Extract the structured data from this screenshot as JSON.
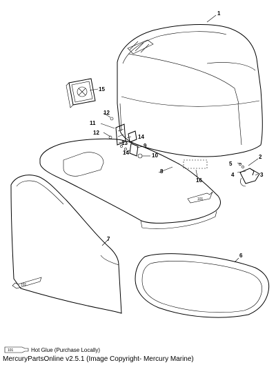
{
  "callouts": [
    "1",
    "2",
    "3",
    "4",
    "5",
    "6",
    "7",
    "8",
    "9",
    "10",
    "11",
    "12",
    "12",
    "13",
    "14",
    "14",
    "15",
    "16"
  ],
  "tube_label": "101",
  "legend": {
    "text": "Hot Glue (Purchase Locally)",
    "tube_label": "101"
  },
  "footer": "MercuryPartsOnline v2.5.1 (Image Copyright- Mercury Marine)"
}
